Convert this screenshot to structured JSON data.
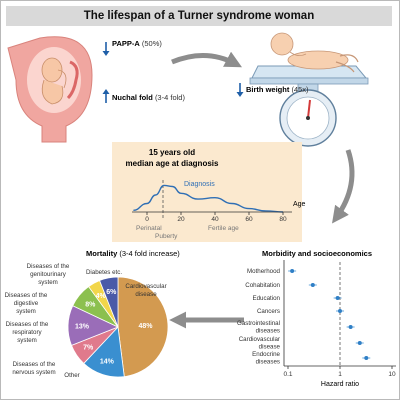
{
  "title": "The lifespan of a Turner syndrome woman",
  "prenatal": {
    "pappa": {
      "label": "PAPP-A",
      "detail": "(50%)"
    },
    "nuchal": {
      "label": "Nuchal fold",
      "detail": "(3-4 fold)"
    }
  },
  "birth": {
    "label": "Birth weight",
    "detail": "(45x)"
  },
  "diagnosis": {
    "heading_line1": "15 years old",
    "heading_line2": "median age at diagnosis",
    "curve_label": "Diagnosis",
    "axis_label": "Age",
    "ticks": [
      "0",
      "20",
      "40",
      "60",
      "80"
    ],
    "periods": {
      "perinatal": "Perinatal",
      "fertile": "Fertile age",
      "puberty": "Puberty"
    }
  },
  "mortality": {
    "title": "Mortality",
    "title_detail": "(3-4 fold increase)",
    "slice_labels": {
      "cardiovascular": "Cardiovascular disease",
      "genitourinary": "Diseases of the genitourinary system",
      "diabetes": "Diabetes etc.",
      "digestive": "Diseases of the digestive system",
      "respiratory": "Diseases of the respiratory system",
      "nervous": "Diseases of the nervous system",
      "other": "Other"
    }
  },
  "morbidity": {
    "title": "Morbidity and socioeconomics",
    "axis_label": "Hazard ratio",
    "ticks": [
      "0.1",
      "1",
      "10"
    ]
  },
  "chart_data": [
    {
      "type": "pie",
      "title": "Mortality (3-4 fold increase)",
      "slices": [
        {
          "name": "Cardiovascular disease",
          "value": 48,
          "color": "#d39a50"
        },
        {
          "name": "Other",
          "value": 14,
          "color": "#3a8fd0"
        },
        {
          "name": "Diseases of the nervous system",
          "value": 7,
          "color": "#e07a8c"
        },
        {
          "name": "Diseases of the respiratory system",
          "value": 13,
          "color": "#9a6db8"
        },
        {
          "name": "Diseases of the digestive system",
          "value": 8,
          "color": "#8cc04f"
        },
        {
          "name": "Diseases of the genitourinary system",
          "value": 4,
          "color": "#f2d64a"
        },
        {
          "name": "Diabetes etc.",
          "value": 6,
          "color": "#4a5aa8"
        }
      ]
    },
    {
      "type": "scatter",
      "title": "Morbidity and socioeconomics",
      "xlabel": "Hazard ratio",
      "xscale": "log",
      "xlim": [
        0.1,
        10
      ],
      "reference_line": 1,
      "categories": [
        "Motherhood",
        "Cohabitation",
        "Education",
        "Cancers",
        "Gastrointestinal diseases",
        "Cardiovascular disease",
        "Endocrine diseases"
      ],
      "values": [
        0.12,
        0.3,
        0.9,
        1.0,
        1.6,
        2.4,
        3.2
      ]
    },
    {
      "type": "line",
      "title": "15 years old median age at diagnosis",
      "xlabel": "Age",
      "xlim": [
        0,
        80
      ],
      "x": [
        -8,
        0,
        5,
        10,
        15,
        20,
        30,
        40,
        50,
        60,
        70,
        80
      ],
      "y": [
        0.05,
        0.25,
        0.5,
        0.78,
        0.75,
        0.55,
        0.38,
        0.42,
        0.25,
        0.1,
        0.03,
        0.0
      ]
    }
  ]
}
